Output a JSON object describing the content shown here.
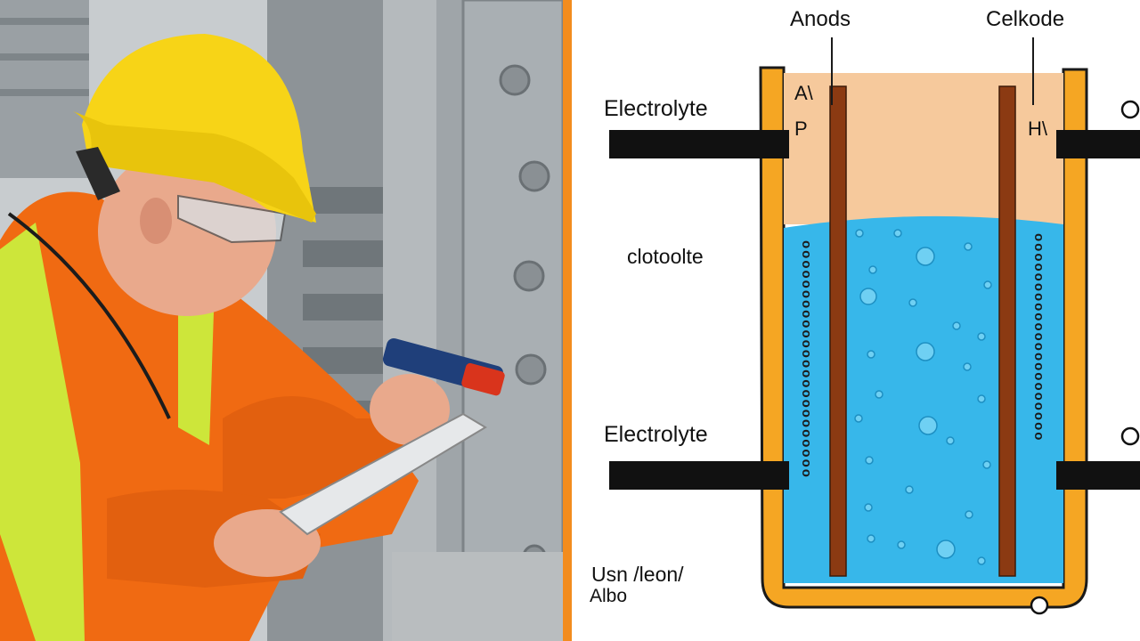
{
  "diagram": {
    "anode_label": "Anods",
    "cathode_label": "Celkode",
    "electrolyte_label_top": "Electrolyte",
    "electrolyte_label_bottom": "Electrolyte",
    "middle_label": "clotoolte",
    "anode_mark_a": "A\\",
    "anode_mark_p": "P",
    "cathode_mark_h": "H\\",
    "footer_line1": "Usn /leon/",
    "footer_line2": "Albo",
    "left_strip_text": "oooooooooooooooooooooooo",
    "right_strip_text": "ooooooooooooooooooooo"
  },
  "colors": {
    "divider": "#f28c1e",
    "container": "#f5a623",
    "electrolyte_top": "#f6c99c",
    "electrolyte_liquid": "#37b7ea",
    "electrode": "#8b3a12",
    "connector": "#111111",
    "hardhat": "#f7d417",
    "jacket": "#f06a12",
    "reflective": "#cde63a"
  }
}
